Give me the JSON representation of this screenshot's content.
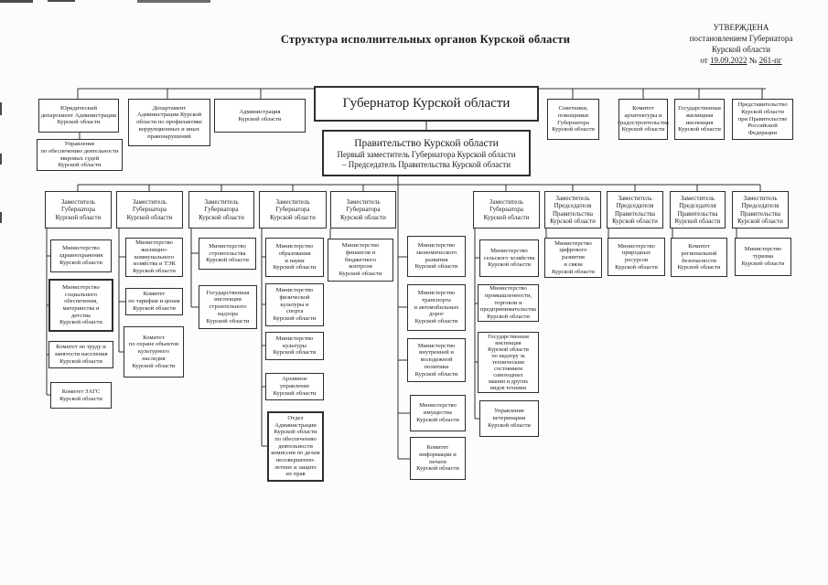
{
  "header": {
    "title": "Структура исполнительных органов Курской области",
    "approval": {
      "line1": "УТВЕРЖДЕНА",
      "line2": "постановлением Губернатора",
      "line3": "Курской области",
      "from_label": "от",
      "date": "19.09.2022",
      "no_label": "№",
      "number": "261-пг"
    }
  },
  "org": {
    "governor": "Губернатор Курской области",
    "government": {
      "title": "Правительство Курской области",
      "line2": "Первый заместитель Губернатора Курской области",
      "line3": "– Председатель Правительства Курской области"
    },
    "top_left": {
      "legal_dept": "Юридический\nдепартамент Администрации\nКурской области",
      "judges_office": "Управление\nпо обеспечению деятельности\nмировых судей\nКурской области",
      "anticorruption_dept": "Департамент\nАдминистрации Курской\nобласти по профилактике\nкоррупционных и иных\nправонарушений",
      "administration": "Администрация\nКурской области"
    },
    "top_right": {
      "advisors": "Советники,\nпомощники\nГубернатора\nКурской области",
      "architecture_committee": "Комитет\nархитектуры и\nградостроительства\nКурской области",
      "housing_inspection": "Государственная\nжилищная\nинспекция\nКурской области",
      "representation": "Представительство\nКурской области\nпри Правительстве\nРоссийской Федерации"
    },
    "deputy_governor": "Заместитель\nГубернатора\nКурской области",
    "deputy_chairman": "Заместитель\nПредседателя\nПравительства\nКурской области",
    "ministries": {
      "health": "Министерство\nздравоохранения\nКурской области",
      "social": "Министерство\nсоциального\nобеспечения,\nматеринства и\nдетства\nКурской области",
      "labor": "Комитет по труду и\nзанятости населения\nКурской области",
      "zags": "Комитет ЗАГС\nКурской области",
      "utilities": "Министерство\nжилищно-\nкоммунального\nхозяйства и ТЭК\nКурской области",
      "tariffs": "Комитет\nпо тарифам и ценам\nКурской области",
      "heritage": "Комитет\nпо охране объектов\nкультурного\nнаследия\nКурской области",
      "construction": "Министерство\nстроительства\nКурской области",
      "construction_inspection": "Государственная\nинспекция\nстроительного\nнадзора\nКурской области",
      "education": "Министерство\nобразования\nи науки\nКурской области",
      "sport": "Министерство\nфизической\nкультуры и\nспорта\nКурской области",
      "culture": "Министерство\nкультуры\nКурской области",
      "archive": "Архивное\nуправление\nКурской области",
      "minors_dept": "Отдел\nАдминистрации\nКурской области\nпо обеспечению\nдеятельности\nкомиссии по делам\nнесовершенно-\nлетних и защите\nих прав",
      "finance": "Министерство\nфинансов и\nбюджетного\nконтроля\nКурской области",
      "economy": "Министерство\nэкономического\nразвития\nКурской области",
      "transport": "Министерство\nтранспорта\nи автомобильных\nдорог\nКурской области",
      "internal_policy": "Министерство\nвнутренней и\nмолодежной\nполитики\nКурской области",
      "property": "Министерство\nимущества\nКурской области",
      "information": "Комитет\nинформации и\nпечати\nКурской области",
      "agriculture": "Министерство\nсельского хозяйства\nКурской области",
      "industry": "Министерство\nпромышленности,\nторговли и\nпредпринимательства\nКурской области",
      "machinery_inspection": "Государственная\nинспекция\nКурской области\nпо надзору за\nтехническим\nсостоянием\nсамоходных\nмашин и других\nвидов техники",
      "veterinary": "Управление\nветеринарии\nКурской области",
      "digital": "Министерство\nцифрового\nразвития\nи связи\nКурской области",
      "natural_resources": "Министерство\nприродных\nресурсов\nКурской области",
      "security": "Комитет\nрегиональной\nбезопасности\nКурской области",
      "tourism": "Министерство\nтуризма\nКурской области"
    }
  }
}
